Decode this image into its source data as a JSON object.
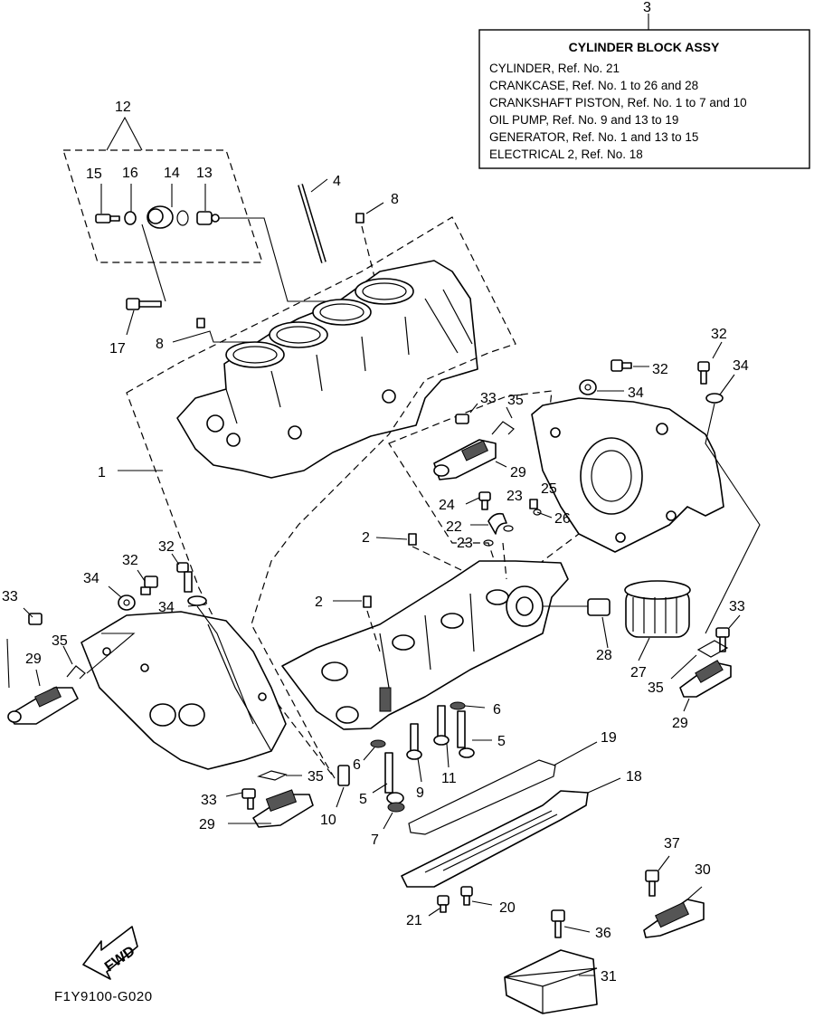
{
  "legend": {
    "ref": "3",
    "title": "CYLINDER BLOCK ASSY",
    "lines": [
      "CYLINDER, Ref. No. 21",
      "CRANKCASE, Ref. No. 1 to 26 and 28",
      "CRANKSHAFT PISTON, Ref. No. 1 to 7 and 10",
      "OIL PUMP,  Ref. No. 9 and 13 to 19",
      "GENERATOR, Ref. No. 1 and 13 to 15",
      "ELECTRICAL 2, Ref. No. 18"
    ]
  },
  "callouts": {
    "c1": "1",
    "c2a": "2",
    "c2b": "2",
    "c4": "4",
    "c5a": "5",
    "c5b": "5",
    "c6a": "6",
    "c6b": "6",
    "c7": "7",
    "c8a": "8",
    "c8b": "8",
    "c9": "9",
    "c10": "10",
    "c11": "11",
    "c12": "12",
    "c13": "13",
    "c14": "14",
    "c15": "15",
    "c16": "16",
    "c17": "17",
    "c18": "18",
    "c19": "19",
    "c20": "20",
    "c21": "21",
    "c22": "22",
    "c23a": "23",
    "c23b": "23",
    "c24": "24",
    "c25": "25",
    "c26": "26",
    "c27": "27",
    "c28": "28",
    "c29a": "29",
    "c29b": "29",
    "c29c": "29",
    "c29d": "29",
    "c30": "30",
    "c31": "31",
    "c32a": "32",
    "c32b": "32",
    "c32c": "32",
    "c32d": "32",
    "c33a": "33",
    "c33b": "33",
    "c33c": "33",
    "c33d": "33",
    "c34a": "34",
    "c34b": "34",
    "c34c": "34",
    "c34d": "34",
    "c35a": "35",
    "c35b": "35",
    "c35c": "35",
    "c35d": "35",
    "c36": "36",
    "c37": "37"
  },
  "fwd_label": "FWD",
  "drawing_code": "F1Y9100-G020"
}
